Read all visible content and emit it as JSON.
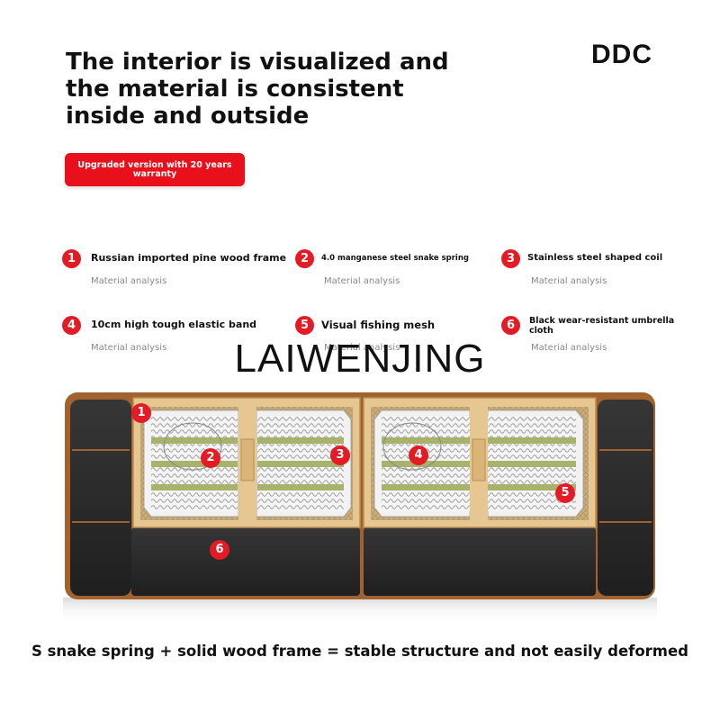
{
  "headline": {
    "line1": "The interior is visualized and",
    "line2": "the material is consistent",
    "line3": "inside and outside"
  },
  "brand": "DDC",
  "badge": "Upgraded version with 20 years warranty",
  "features": [
    {
      "number": "1",
      "title": "Russian imported pine wood frame",
      "subtitle": "Material analysis"
    },
    {
      "number": "2",
      "title": "4.0 manganese steel snake spring",
      "subtitle": "Material analysis"
    },
    {
      "number": "3",
      "title": "Stainless steel shaped coil",
      "subtitle": "Material analysis"
    },
    {
      "number": "4",
      "title": "10cm high tough elastic band",
      "subtitle": "Material analysis"
    },
    {
      "number": "5",
      "title": "Visual fishing mesh",
      "subtitle": "Material analysis"
    },
    {
      "number": "6",
      "title": "Black wear-resistant umbrella cloth",
      "subtitle": "Material analysis"
    }
  ],
  "watermark": "LAIWENJING",
  "markers": [
    "1",
    "2",
    "3",
    "4",
    "5",
    "6"
  ],
  "caption": "S snake spring + solid wood frame = stable structure and not easily deformed",
  "colors": {
    "accent": "#e21b25",
    "badge": "#e8101a",
    "frame": "#e6c691",
    "fabric": "#2b2b2b",
    "piping": "#a0622e"
  }
}
